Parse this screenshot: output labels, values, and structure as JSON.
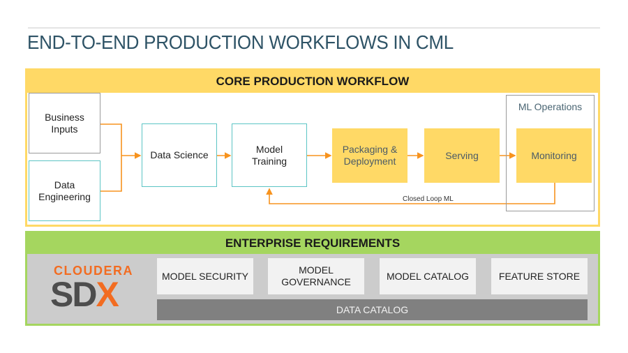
{
  "page": {
    "title": "END-TO-END PRODUCTION WORKFLOWS IN CML"
  },
  "core": {
    "header": "CORE PRODUCTION WORKFLOW",
    "inputs": [
      {
        "label": "Business Inputs"
      },
      {
        "label": "Data Engineering"
      }
    ],
    "steps": [
      {
        "label": "Data Science"
      },
      {
        "label": "Model Training"
      },
      {
        "label": "Packaging & Deployment"
      },
      {
        "label": "Serving"
      },
      {
        "label": "Monitoring"
      }
    ],
    "ml_operations_label": "ML Operations",
    "loop_label": "Closed Loop ML",
    "colors": {
      "accent": "#ffd966",
      "arrow": "#f7931e",
      "teal": "#5bc4c4"
    }
  },
  "enterprise": {
    "header": "ENTERPRISE REQUIREMENTS",
    "logo": {
      "brand": "CLOUDERA",
      "product_main": "SD",
      "product_accent": "X"
    },
    "requirements": [
      {
        "label": "MODEL SECURITY"
      },
      {
        "label": "MODEL GOVERNANCE"
      },
      {
        "label": "MODEL CATALOG"
      },
      {
        "label": "FEATURE STORE"
      }
    ],
    "data_catalog": "DATA CATALOG",
    "colors": {
      "accent": "#a5d65f",
      "brand_orange": "#f26c21"
    }
  }
}
